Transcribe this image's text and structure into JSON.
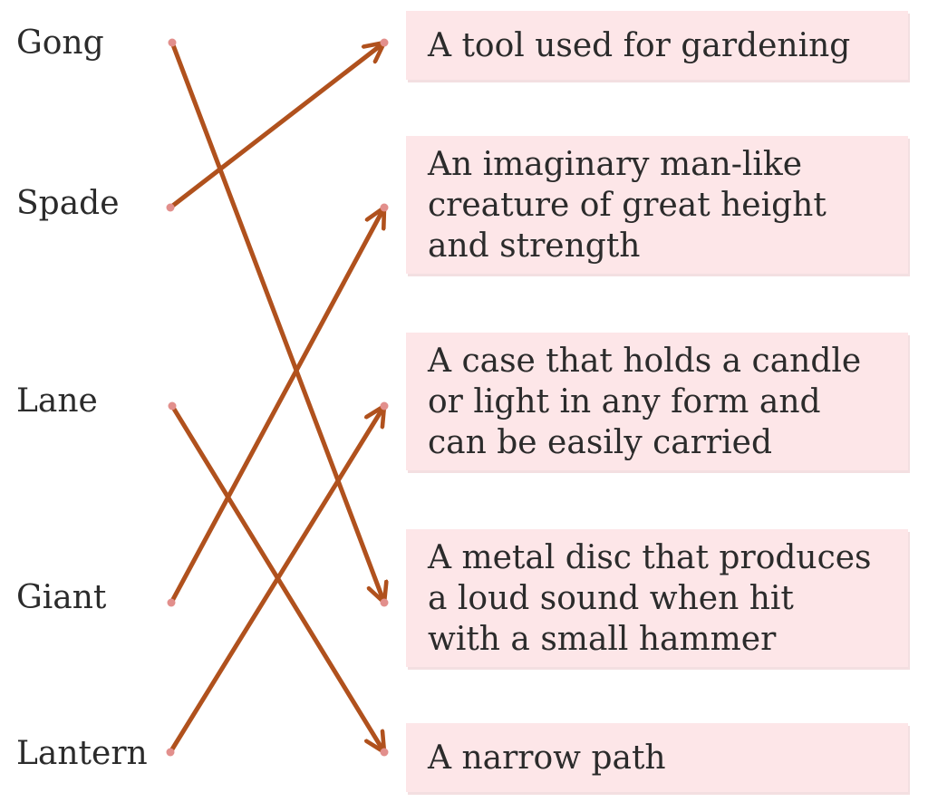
{
  "colors": {
    "arrow": "#b0511d",
    "dot": "#e28f8c",
    "box_bg": "#fde6e8",
    "text": "#2b2b2b"
  },
  "terms": [
    "Gong",
    "Spade",
    "Lane",
    "Giant",
    "Lantern"
  ],
  "definitions": [
    "A tool used for gardening",
    "An imaginary man-like\ncreature of great height\nand strength",
    "A case that holds a candle\nor light in any form and\ncan be easily carried",
    "A metal disc that produces\na loud sound when hit\nwith a small hammer",
    "A narrow path"
  ],
  "matches": [
    {
      "term": "Gong",
      "definition": "A metal disc that produces\na loud sound when hit\nwith a small hammer"
    },
    {
      "term": "Spade",
      "definition": "A tool used for gardening"
    },
    {
      "term": "Lane",
      "definition": "A narrow path"
    },
    {
      "term": "Giant",
      "definition": "An imaginary man-like\ncreature of great height\nand strength"
    },
    {
      "term": "Lantern",
      "definition": "A case that holds a candle\nor light in any form and\ncan be easily carried"
    }
  ]
}
